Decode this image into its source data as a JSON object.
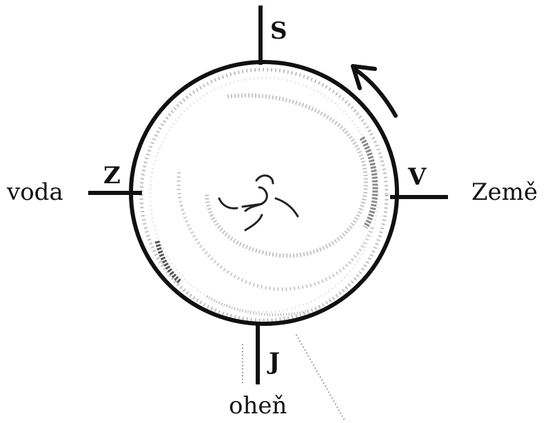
{
  "compass": {
    "north": "S",
    "west": "Z",
    "east": "V",
    "south": "J"
  },
  "elements": {
    "west": "voda",
    "east": "Země",
    "south": "oheň"
  },
  "colors": {
    "ink": "#111111",
    "shading": "#9a9a9a",
    "background": "#ffffff"
  }
}
